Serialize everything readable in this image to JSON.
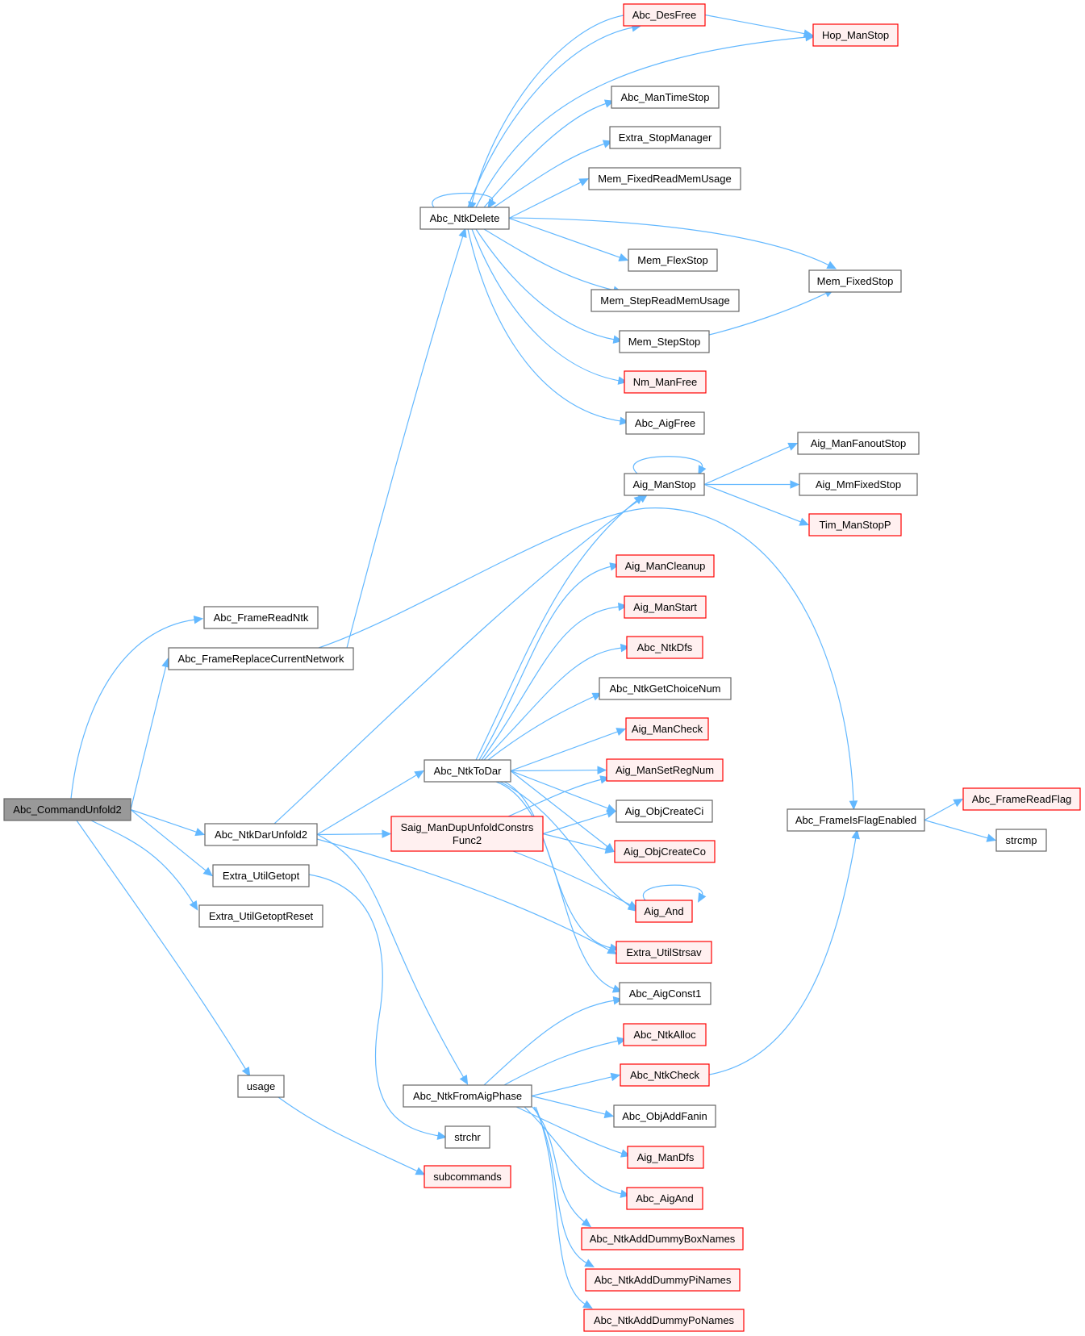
{
  "diagram": {
    "type": "call-graph",
    "root": "Abc_CommandUnfold2",
    "colors": {
      "edge": "#63b8ff",
      "node_border": "#666666",
      "truncated_border": "#ff0000",
      "truncated_fill": "#fff0f0",
      "root_fill": "#999999"
    },
    "nodes": [
      {
        "id": "Abc_CommandUnfold2",
        "label": "Abc_CommandUnfold2",
        "style": "root"
      },
      {
        "id": "Abc_FrameReadNtk",
        "label": "Abc_FrameReadNtk",
        "style": "normal"
      },
      {
        "id": "Abc_FrameReplaceCurrentNetwork",
        "label": "Abc_FrameReplaceCurrentNetwork",
        "style": "normal"
      },
      {
        "id": "Abc_NtkDarUnfold2",
        "label": "Abc_NtkDarUnfold2",
        "style": "normal"
      },
      {
        "id": "Extra_UtilGetopt",
        "label": "Extra_UtilGetopt",
        "style": "normal"
      },
      {
        "id": "Extra_UtilGetoptReset",
        "label": "Extra_UtilGetoptReset",
        "style": "normal"
      },
      {
        "id": "usage",
        "label": "usage",
        "style": "normal"
      },
      {
        "id": "Abc_NtkDelete",
        "label": "Abc_NtkDelete",
        "style": "normal"
      },
      {
        "id": "Abc_NtkToDar",
        "label": "Abc_NtkToDar",
        "style": "normal"
      },
      {
        "id": "Saig_ManDupUnfoldConstrsFunc2",
        "label": "Saig_ManDupUnfoldConstrs\nFunc2",
        "style": "red"
      },
      {
        "id": "Abc_NtkFromAigPhase",
        "label": "Abc_NtkFromAigPhase",
        "style": "normal"
      },
      {
        "id": "strchr",
        "label": "strchr",
        "style": "normal"
      },
      {
        "id": "subcommands",
        "label": "subcommands",
        "style": "red"
      },
      {
        "id": "Abc_DesFree",
        "label": "Abc_DesFree",
        "style": "red"
      },
      {
        "id": "Abc_ManTimeStop",
        "label": "Abc_ManTimeStop",
        "style": "normal"
      },
      {
        "id": "Extra_StopManager",
        "label": "Extra_StopManager",
        "style": "normal"
      },
      {
        "id": "Mem_FixedReadMemUsage",
        "label": "Mem_FixedReadMemUsage",
        "style": "normal"
      },
      {
        "id": "Mem_FlexStop",
        "label": "Mem_FlexStop",
        "style": "normal"
      },
      {
        "id": "Mem_StepReadMemUsage",
        "label": "Mem_StepReadMemUsage",
        "style": "normal"
      },
      {
        "id": "Mem_StepStop",
        "label": "Mem_StepStop",
        "style": "normal"
      },
      {
        "id": "Nm_ManFree",
        "label": "Nm_ManFree",
        "style": "red"
      },
      {
        "id": "Abc_AigFree",
        "label": "Abc_AigFree",
        "style": "normal"
      },
      {
        "id": "Aig_ManStop",
        "label": "Aig_ManStop",
        "style": "normal"
      },
      {
        "id": "Aig_ManCleanup",
        "label": "Aig_ManCleanup",
        "style": "red"
      },
      {
        "id": "Aig_ManStart",
        "label": "Aig_ManStart",
        "style": "red"
      },
      {
        "id": "Abc_NtkDfs",
        "label": "Abc_NtkDfs",
        "style": "red"
      },
      {
        "id": "Abc_NtkGetChoiceNum",
        "label": "Abc_NtkGetChoiceNum",
        "style": "normal"
      },
      {
        "id": "Aig_ManCheck",
        "label": "Aig_ManCheck",
        "style": "red"
      },
      {
        "id": "Aig_ManSetRegNum",
        "label": "Aig_ManSetRegNum",
        "style": "red"
      },
      {
        "id": "Aig_ObjCreateCi",
        "label": "Aig_ObjCreateCi",
        "style": "normal"
      },
      {
        "id": "Aig_ObjCreateCo",
        "label": "Aig_ObjCreateCo",
        "style": "red"
      },
      {
        "id": "Aig_And",
        "label": "Aig_And",
        "style": "red"
      },
      {
        "id": "Extra_UtilStrsav",
        "label": "Extra_UtilStrsav",
        "style": "red"
      },
      {
        "id": "Abc_AigConst1",
        "label": "Abc_AigConst1",
        "style": "normal"
      },
      {
        "id": "Abc_NtkAlloc",
        "label": "Abc_NtkAlloc",
        "style": "red"
      },
      {
        "id": "Abc_NtkCheck",
        "label": "Abc_NtkCheck",
        "style": "red"
      },
      {
        "id": "Abc_ObjAddFanin",
        "label": "Abc_ObjAddFanin",
        "style": "normal"
      },
      {
        "id": "Aig_ManDfs",
        "label": "Aig_ManDfs",
        "style": "red"
      },
      {
        "id": "Abc_AigAnd",
        "label": "Abc_AigAnd",
        "style": "red"
      },
      {
        "id": "Abc_NtkAddDummyBoxNames",
        "label": "Abc_NtkAddDummyBoxNames",
        "style": "red"
      },
      {
        "id": "Abc_NtkAddDummyPiNames",
        "label": "Abc_NtkAddDummyPiNames",
        "style": "red"
      },
      {
        "id": "Abc_NtkAddDummyPoNames",
        "label": "Abc_NtkAddDummyPoNames",
        "style": "red"
      },
      {
        "id": "Hop_ManStop",
        "label": "Hop_ManStop",
        "style": "red"
      },
      {
        "id": "Mem_FixedStop",
        "label": "Mem_FixedStop",
        "style": "normal"
      },
      {
        "id": "Aig_ManFanoutStop",
        "label": "Aig_ManFanoutStop",
        "style": "normal"
      },
      {
        "id": "Aig_MmFixedStop",
        "label": "Aig_MmFixedStop",
        "style": "normal"
      },
      {
        "id": "Tim_ManStopP",
        "label": "Tim_ManStopP",
        "style": "red"
      },
      {
        "id": "Abc_FrameIsFlagEnabled",
        "label": "Abc_FrameIsFlagEnabled",
        "style": "normal"
      },
      {
        "id": "Abc_FrameReadFlag",
        "label": "Abc_FrameReadFlag",
        "style": "red"
      },
      {
        "id": "strcmp",
        "label": "strcmp",
        "style": "normal"
      }
    ],
    "edges": [
      [
        "Abc_CommandUnfold2",
        "Abc_FrameReadNtk"
      ],
      [
        "Abc_CommandUnfold2",
        "Abc_FrameReplaceCurrentNetwork"
      ],
      [
        "Abc_CommandUnfold2",
        "Abc_NtkDarUnfold2"
      ],
      [
        "Abc_CommandUnfold2",
        "Extra_UtilGetopt"
      ],
      [
        "Abc_CommandUnfold2",
        "Extra_UtilGetoptReset"
      ],
      [
        "Abc_CommandUnfold2",
        "usage"
      ],
      [
        "Abc_FrameReplaceCurrentNetwork",
        "Abc_NtkDelete"
      ],
      [
        "Abc_FrameReplaceCurrentNetwork",
        "Abc_FrameIsFlagEnabled"
      ],
      [
        "Abc_NtkDarUnfold2",
        "Abc_NtkToDar"
      ],
      [
        "Abc_NtkDarUnfold2",
        "Saig_ManDupUnfoldConstrsFunc2"
      ],
      [
        "Abc_NtkDarUnfold2",
        "Abc_NtkFromAigPhase"
      ],
      [
        "Abc_NtkDarUnfold2",
        "Aig_ManStop"
      ],
      [
        "Abc_NtkDarUnfold2",
        "Extra_UtilStrsav"
      ],
      [
        "Extra_UtilGetopt",
        "strchr"
      ],
      [
        "usage",
        "subcommands"
      ],
      [
        "Abc_NtkDelete",
        "Abc_NtkDelete"
      ],
      [
        "Abc_NtkDelete",
        "Abc_DesFree"
      ],
      [
        "Abc_NtkDelete",
        "Hop_ManStop"
      ],
      [
        "Abc_NtkDelete",
        "Abc_ManTimeStop"
      ],
      [
        "Abc_NtkDelete",
        "Extra_StopManager"
      ],
      [
        "Abc_NtkDelete",
        "Mem_FixedReadMemUsage"
      ],
      [
        "Abc_NtkDelete",
        "Mem_FixedStop"
      ],
      [
        "Abc_NtkDelete",
        "Mem_FlexStop"
      ],
      [
        "Abc_NtkDelete",
        "Mem_StepReadMemUsage"
      ],
      [
        "Abc_NtkDelete",
        "Mem_StepStop"
      ],
      [
        "Abc_NtkDelete",
        "Nm_ManFree"
      ],
      [
        "Abc_NtkDelete",
        "Abc_AigFree"
      ],
      [
        "Abc_DesFree",
        "Abc_NtkDelete"
      ],
      [
        "Abc_DesFree",
        "Hop_ManStop"
      ],
      [
        "Mem_StepStop",
        "Mem_FixedStop"
      ],
      [
        "Aig_ManStop",
        "Aig_ManStop"
      ],
      [
        "Aig_ManStop",
        "Aig_ManFanoutStop"
      ],
      [
        "Aig_ManStop",
        "Aig_MmFixedStop"
      ],
      [
        "Aig_ManStop",
        "Tim_ManStopP"
      ],
      [
        "Abc_NtkToDar",
        "Aig_ManStop"
      ],
      [
        "Abc_NtkToDar",
        "Aig_ManCleanup"
      ],
      [
        "Abc_NtkToDar",
        "Aig_ManStart"
      ],
      [
        "Abc_NtkToDar",
        "Abc_NtkDfs"
      ],
      [
        "Abc_NtkToDar",
        "Abc_NtkGetChoiceNum"
      ],
      [
        "Abc_NtkToDar",
        "Aig_ManCheck"
      ],
      [
        "Abc_NtkToDar",
        "Aig_ManSetRegNum"
      ],
      [
        "Abc_NtkToDar",
        "Aig_ObjCreateCi"
      ],
      [
        "Abc_NtkToDar",
        "Aig_ObjCreateCo"
      ],
      [
        "Abc_NtkToDar",
        "Aig_And"
      ],
      [
        "Abc_NtkToDar",
        "Extra_UtilStrsav"
      ],
      [
        "Abc_NtkToDar",
        "Abc_AigConst1"
      ],
      [
        "Saig_ManDupUnfoldConstrsFunc2",
        "Aig_ManSetRegNum"
      ],
      [
        "Saig_ManDupUnfoldConstrsFunc2",
        "Aig_ObjCreateCi"
      ],
      [
        "Saig_ManDupUnfoldConstrsFunc2",
        "Aig_ObjCreateCo"
      ],
      [
        "Saig_ManDupUnfoldConstrsFunc2",
        "Aig_And"
      ],
      [
        "Aig_And",
        "Aig_And"
      ],
      [
        "Abc_NtkFromAigPhase",
        "Abc_AigConst1"
      ],
      [
        "Abc_NtkFromAigPhase",
        "Abc_NtkAlloc"
      ],
      [
        "Abc_NtkFromAigPhase",
        "Abc_NtkCheck"
      ],
      [
        "Abc_NtkFromAigPhase",
        "Abc_ObjAddFanin"
      ],
      [
        "Abc_NtkFromAigPhase",
        "Aig_ManDfs"
      ],
      [
        "Abc_NtkFromAigPhase",
        "Abc_AigAnd"
      ],
      [
        "Abc_NtkFromAigPhase",
        "Abc_NtkAddDummyBoxNames"
      ],
      [
        "Abc_NtkFromAigPhase",
        "Abc_NtkAddDummyPiNames"
      ],
      [
        "Abc_NtkFromAigPhase",
        "Abc_NtkAddDummyPoNames"
      ],
      [
        "Abc_NtkCheck",
        "Abc_FrameIsFlagEnabled"
      ],
      [
        "Abc_FrameIsFlagEnabled",
        "Abc_FrameReadFlag"
      ],
      [
        "Abc_FrameIsFlagEnabled",
        "strcmp"
      ]
    ]
  }
}
